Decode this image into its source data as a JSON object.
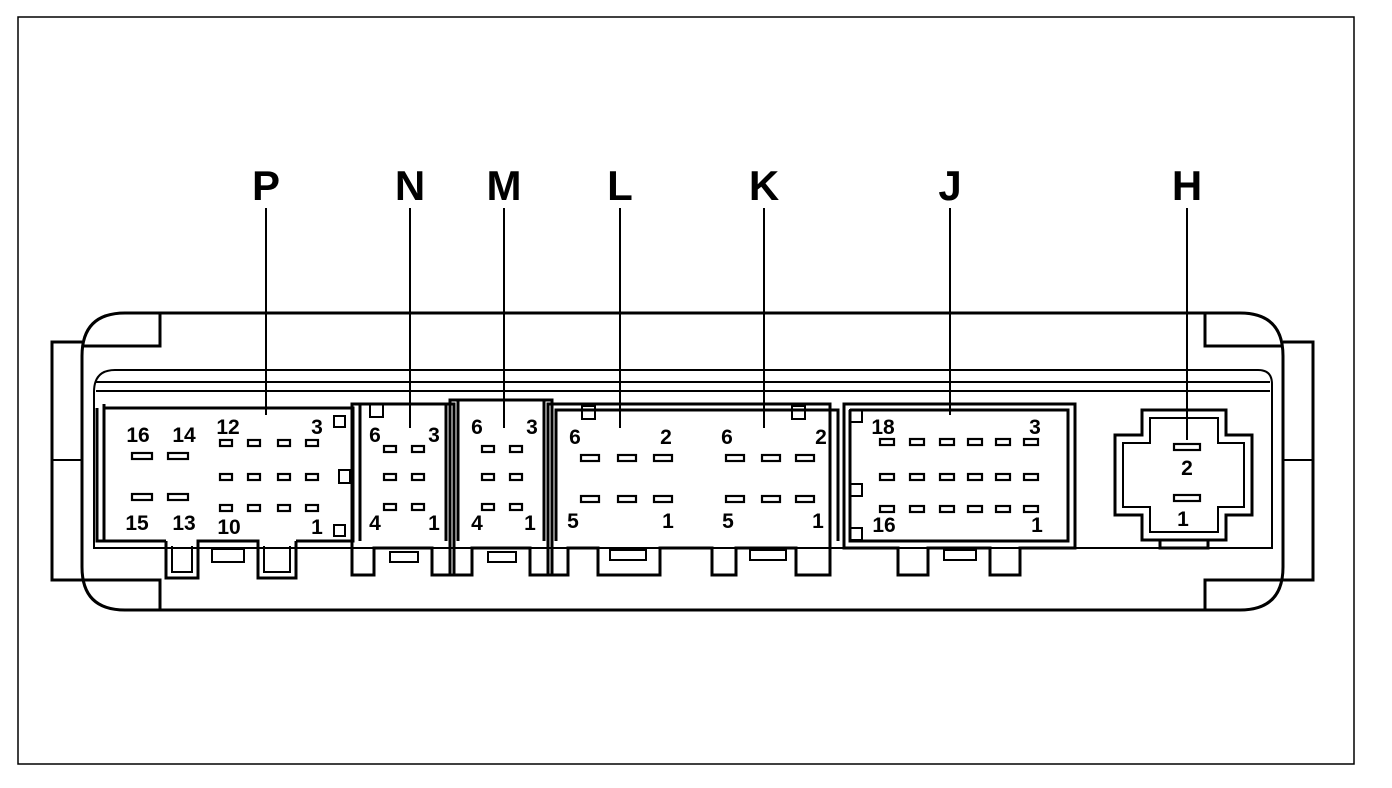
{
  "connectors": [
    {
      "id": "P",
      "pins": {
        "top_left": "16",
        "top_mid_left": "14",
        "top_mid": "12",
        "top_right": "3",
        "bottom_left": "15",
        "bottom_mid_left": "13",
        "bottom_mid": "10",
        "bottom_right": "1"
      }
    },
    {
      "id": "N",
      "pins": {
        "top_left": "6",
        "top_right": "3",
        "bottom_left": "4",
        "bottom_right": "1"
      }
    },
    {
      "id": "M",
      "pins": {
        "top_left": "6",
        "top_right": "3",
        "bottom_left": "4",
        "bottom_right": "1"
      }
    },
    {
      "id": "L",
      "pins": {
        "top_left": "6",
        "top_right": "2",
        "bottom_left": "5",
        "bottom_right": "1"
      }
    },
    {
      "id": "K",
      "pins": {
        "top_left": "6",
        "top_right": "2",
        "bottom_left": "5",
        "bottom_right": "1"
      }
    },
    {
      "id": "J",
      "pins": {
        "top_left": "18",
        "top_right": "3",
        "bottom_left": "16",
        "bottom_right": "1"
      }
    },
    {
      "id": "H",
      "pins": {
        "top": "2",
        "bottom": "1"
      }
    }
  ],
  "colors": {
    "line": "#000000",
    "background": "#ffffff"
  }
}
